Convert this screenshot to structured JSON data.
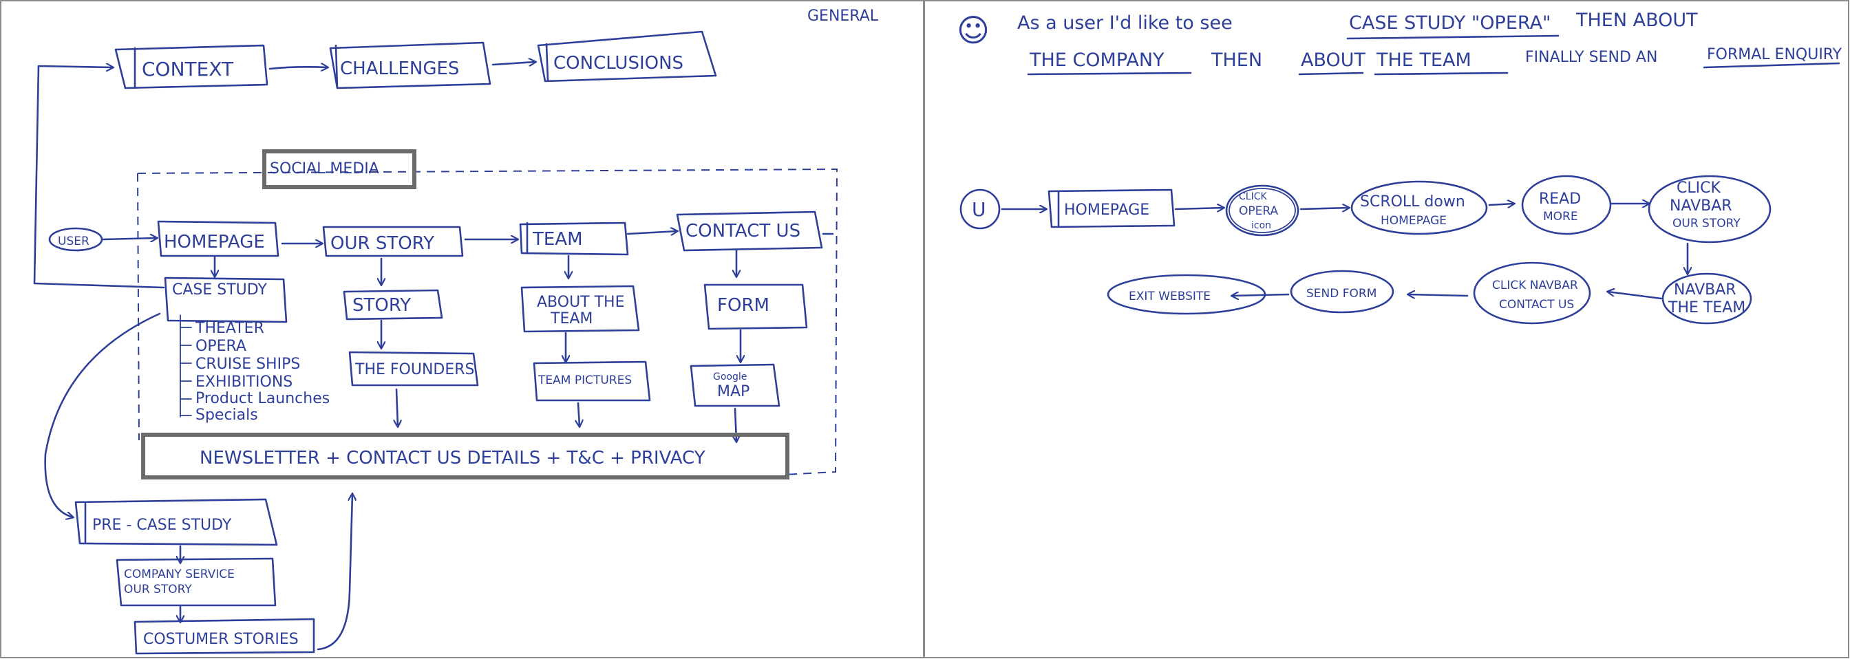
{
  "left_sheet": {
    "corner_label": "GENERAL",
    "top_flow": [
      "CONTEXT",
      "CHALLENGES",
      "CONCLUSIONS"
    ],
    "social_media": "SOCIAL MEDIA",
    "user": "USER",
    "nav": [
      "HOMEPAGE",
      "OUR STORY",
      "TEAM",
      "CONTACT US"
    ],
    "case_study": "CASE STUDY",
    "case_items": [
      "THEATER",
      "OPERA",
      "CRUISE SHIPS",
      "EXHIBITIONS",
      "Product Launches",
      "Specials"
    ],
    "story": "STORY",
    "founders": "THE FOUNDERS",
    "about_team_1": "ABOUT THE",
    "about_team_2": "TEAM",
    "team_pictures": "TEAM PICTURES",
    "form": "FORM",
    "map_1": "Google",
    "map_2": "MAP",
    "footer": "NEWSLETTER   +  CONTACT US DETAILS  + T&C + PRIVACY",
    "pre_case_study": "PRE - CASE STUDY",
    "company_service_1": "COMPANY SERVICE",
    "company_service_2": "OUR STORY",
    "customer_stories": "COSTUMER STORIES"
  },
  "right_sheet": {
    "smiley": "☺",
    "story_line_1_pre": "As a user I'd like to see",
    "story_case": "CASE STUDY \"OPERA\"",
    "story_line_1_post": "THEN ABOUT",
    "story_company": "THE COMPANY",
    "story_then": "THEN",
    "story_about": "ABOUT",
    "story_team": "THE TEAM",
    "story_line_2_post": "FINALLY SEND AN",
    "story_enquiry": "FORMAL ENQUIRY",
    "user_node": "U",
    "homepage": "HOMEPAGE",
    "click_opera_1": "CLICK",
    "click_opera_2": "OPERA",
    "click_opera_3": "icon",
    "scroll_1": "SCROLL down",
    "scroll_2": "HOMEPAGE",
    "read_1": "READ",
    "read_2": "MORE",
    "navbar_1": "CLICK",
    "navbar_2": "NAVBAR",
    "navbar_3": "OUR STORY",
    "navbar_team_1": "NAVBAR",
    "navbar_team_2": "THE TEAM",
    "contact_1": "CLICK NAVBAR",
    "contact_2": "CONTACT US",
    "send_form": "SEND FORM",
    "exit": "EXIT WEBSITE"
  }
}
